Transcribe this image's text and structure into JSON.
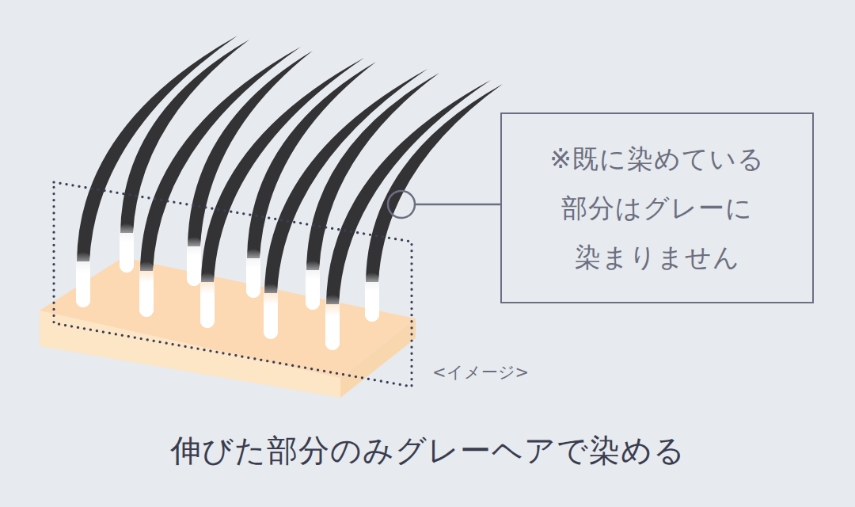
{
  "diagram": {
    "caption": "伸びた部分のみグレーヘアで染める",
    "nodes": [
      {
        "text": [
          "※既に染めている 部分はグレーに 染まりません"
        ]
      }
    ],
    "labels": [
      "<イメージ>"
    ]
  }
}
